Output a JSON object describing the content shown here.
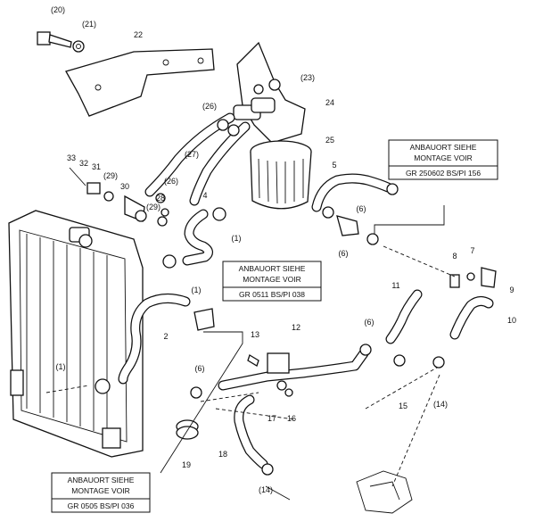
{
  "diagram": {
    "parts": [
      {
        "id": "p20",
        "label": "(20)"
      },
      {
        "id": "p21",
        "label": "(21)"
      },
      {
        "id": "p22",
        "label": "22"
      },
      {
        "id": "p23",
        "label": "(23)"
      },
      {
        "id": "p24",
        "label": "24"
      },
      {
        "id": "p25",
        "label": "25"
      },
      {
        "id": "p26a",
        "label": "(26)"
      },
      {
        "id": "p26b",
        "label": "(26)"
      },
      {
        "id": "p27",
        "label": "(27)"
      },
      {
        "id": "p33",
        "label": "33"
      },
      {
        "id": "p32",
        "label": "32"
      },
      {
        "id": "p31",
        "label": "31"
      },
      {
        "id": "p29a",
        "label": "(29)"
      },
      {
        "id": "p30",
        "label": "30"
      },
      {
        "id": "p28",
        "label": "28"
      },
      {
        "id": "p29b",
        "label": "(29)"
      },
      {
        "id": "p4",
        "label": "4"
      },
      {
        "id": "p1a",
        "label": "(1)"
      },
      {
        "id": "p5",
        "label": "5"
      },
      {
        "id": "p6a",
        "label": "(6)"
      },
      {
        "id": "p6b",
        "label": "(6)"
      },
      {
        "id": "p8",
        "label": "8"
      },
      {
        "id": "p7",
        "label": "7"
      },
      {
        "id": "p9",
        "label": "9"
      },
      {
        "id": "p10",
        "label": "10"
      },
      {
        "id": "p11",
        "label": "11"
      },
      {
        "id": "p1b",
        "label": "(1)"
      },
      {
        "id": "p2",
        "label": "2"
      },
      {
        "id": "p1c",
        "label": "(1)"
      },
      {
        "id": "p12",
        "label": "12"
      },
      {
        "id": "p13",
        "label": "13"
      },
      {
        "id": "p6c",
        "label": "(6)"
      },
      {
        "id": "p6d",
        "label": "(6)"
      },
      {
        "id": "p14a",
        "label": "(14)"
      },
      {
        "id": "p15",
        "label": "15"
      },
      {
        "id": "p17",
        "label": "17"
      },
      {
        "id": "p16",
        "label": "16"
      },
      {
        "id": "p18",
        "label": "18"
      },
      {
        "id": "p19",
        "label": "19"
      },
      {
        "id": "p14b",
        "label": "(14)"
      }
    ],
    "ref_boxes": [
      {
        "id": "box1",
        "line1": "ANBAUORT SIEHE",
        "line2": "MONTAGE VOIR",
        "line3": "GR 250602 BS/PI 156"
      },
      {
        "id": "box2",
        "line1": "ANBAUORT SIEHE",
        "line2": "MONTAGE VOIR",
        "line3": "GR 0511 BS/PI 038"
      },
      {
        "id": "box3",
        "line1": "ANBAUORT SIEHE",
        "line2": "MONTAGE VOIR",
        "line3": "GR 0505 BS/PI 036"
      }
    ]
  }
}
